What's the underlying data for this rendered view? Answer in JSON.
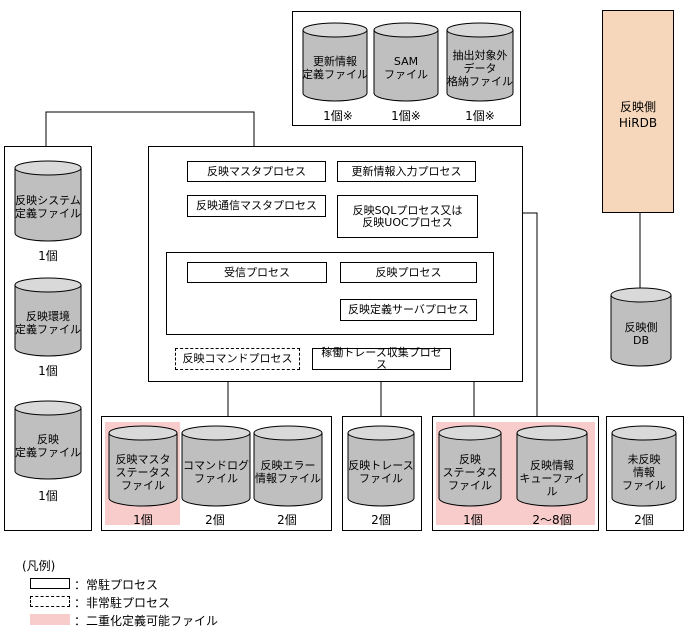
{
  "top_files": {
    "items": [
      {
        "label": "更新情報\n定義ファイル",
        "count": "1個※"
      },
      {
        "label": "SAM\nファイル",
        "count": "1個※"
      },
      {
        "label": "抽出対象外\nデータ\n格納ファイル",
        "count": "1個※"
      }
    ]
  },
  "hirdb": {
    "label": "反映側\nHiRDB"
  },
  "left_files": {
    "items": [
      {
        "label": "反映システム\n定義ファイル",
        "count": "1個"
      },
      {
        "label": "反映環境\n定義ファイル",
        "count": "1個"
      },
      {
        "label": "反映\n定義ファイル",
        "count": "1個"
      }
    ]
  },
  "processes": {
    "master": "反映マスタプロセス",
    "update_input": "更新情報入力プロセス",
    "comm_master": "反映通信マスタプロセス",
    "sql_uoc": "反映SQLプロセス又は\n反映UOCプロセス",
    "receive": "受信プロセス",
    "reflect": "反映プロセス",
    "def_server": "反映定義サーバプロセス",
    "command": "反映コマンドプロセス",
    "trace": "稼働トレース収集プロセス"
  },
  "db": {
    "label": "反映側\nDB"
  },
  "bottom_files": {
    "group1": [
      {
        "label": "反映マスタ\nステータス\nファイル",
        "count": "1個"
      },
      {
        "label": "コマンドログ\nファイル",
        "count": "2個"
      },
      {
        "label": "反映エラー\n情報ファイル",
        "count": "2個"
      }
    ],
    "group2": [
      {
        "label": "反映トレース\nファイル",
        "count": "2個"
      }
    ],
    "group3": [
      {
        "label": "反映\nステータス\nファイル",
        "count": "1個"
      },
      {
        "label": "反映情報\nキューファイル",
        "count": "2～8個"
      }
    ],
    "group4": [
      {
        "label": "未反映\n情報\nファイル",
        "count": "2個"
      }
    ]
  },
  "legend": {
    "title": "(凡例)",
    "resident": "：常駐プロセス",
    "nonresident": "：非常駐プロセス",
    "duplex": "：二重化定義可能ファイル"
  },
  "colors": {
    "pink": "#f9cccc",
    "hirdb": "#f7d7bb",
    "cylinder": "#bfbfbf"
  }
}
